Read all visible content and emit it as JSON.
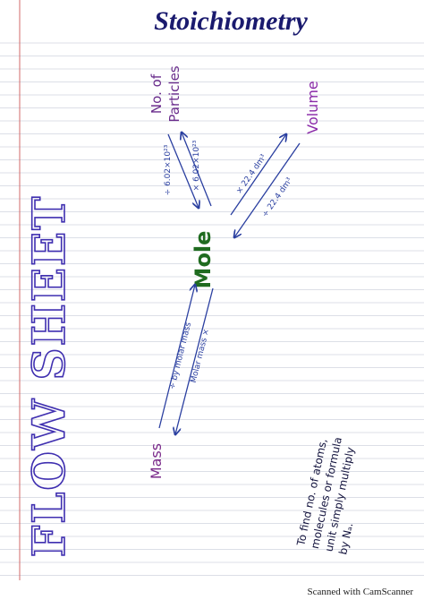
{
  "page": {
    "title": "Stoichiometry",
    "footer": "Scanned with CamScanner"
  },
  "diagram": {
    "side_title": "FLOW SHEET",
    "center": "Mole",
    "nodes": {
      "particles_line1": "No. of",
      "particles_line2": "Particles",
      "volume": "Volume",
      "mass": "Mass"
    },
    "edges": {
      "particles_to_mole": "÷ 6.02×10²³",
      "mole_to_particles": "× 6.02×10²³",
      "mole_to_volume": "× 22.4 dm³",
      "volume_to_mole": "÷ 22.4 dm³",
      "mass_to_mole": "÷ by molar mass",
      "mole_to_mass": "Molar mass ×"
    },
    "note": [
      "To find no. of atoms,",
      "molecules or formula",
      "unit simply multiply",
      "by Nₐ."
    ]
  },
  "colors": {
    "title": "#1a1a6e",
    "side_title": "#3f2fb0",
    "mole": "#1f6b1f",
    "particles": "#6a2d8c",
    "volume": "#8a2aa8",
    "mass": "#7a2a8a",
    "arrows": "#2a3fa0",
    "note": "#15153f",
    "rule_line": "#9aa3b8",
    "margin_line": "#d06a6a"
  }
}
